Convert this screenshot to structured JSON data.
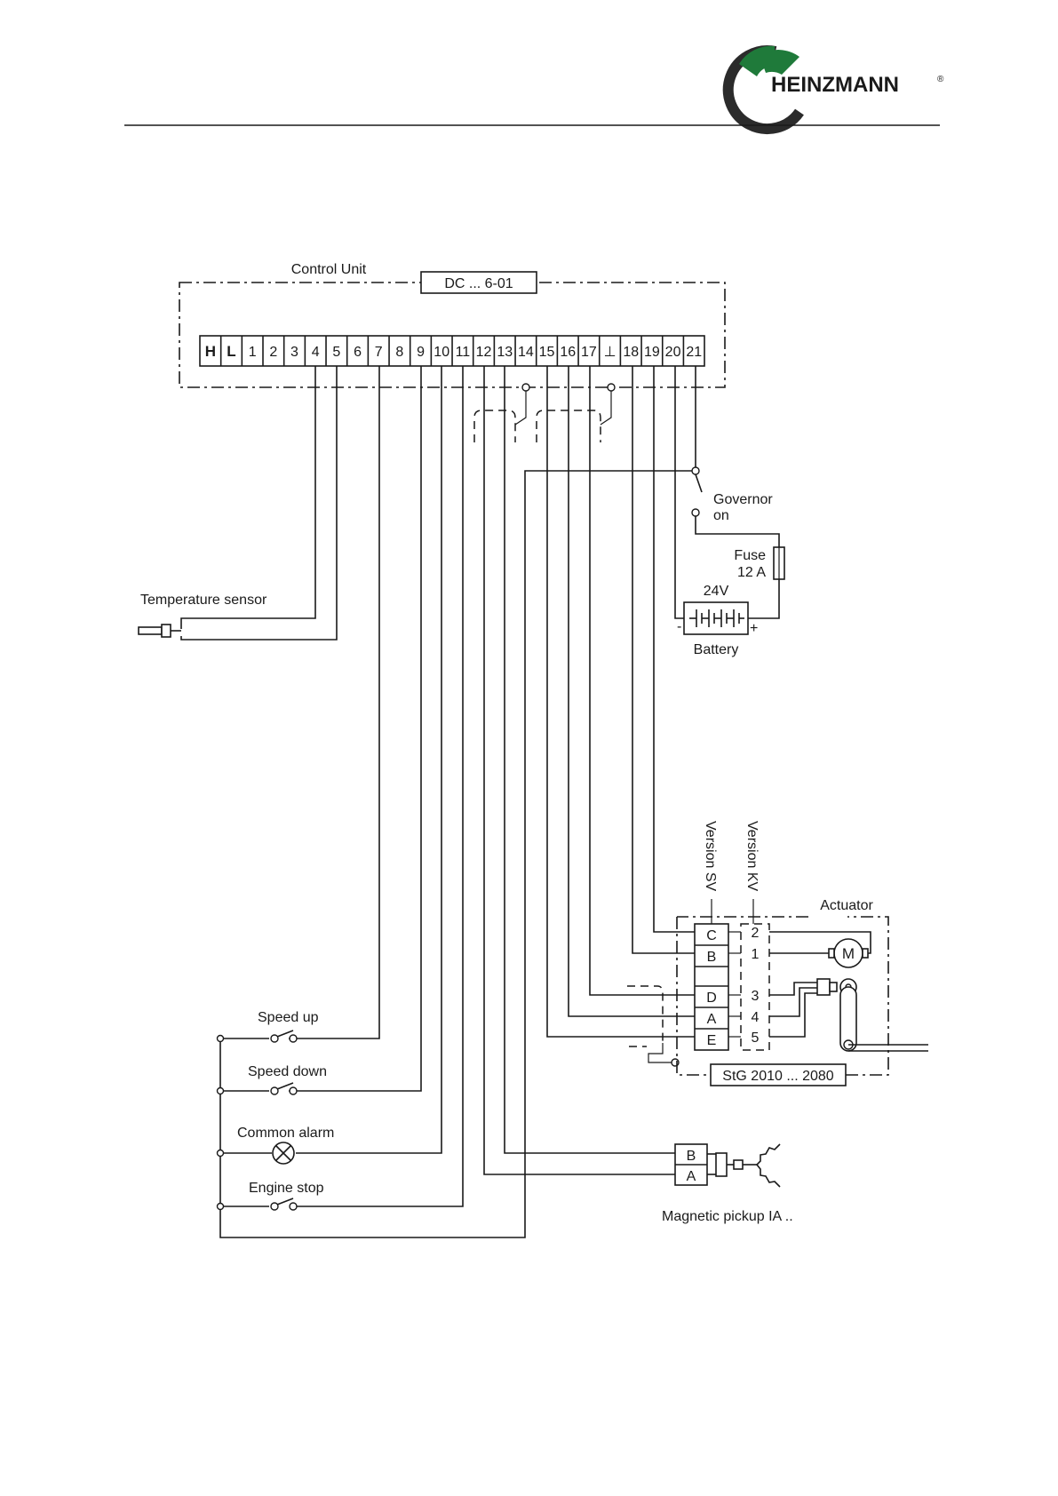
{
  "logo": {
    "text": "HEINZMANN",
    "registered": "®",
    "colors": {
      "green": "#1f7a3a",
      "dark": "#2b2b2b"
    }
  },
  "control_unit": {
    "label": "Control Unit",
    "model": "DC ... 6-01",
    "terminals": [
      "H",
      "L",
      "1",
      "2",
      "3",
      "4",
      "5",
      "6",
      "7",
      "8",
      "9",
      "10",
      "11",
      "12",
      "13",
      "14",
      "15",
      "16",
      "17",
      "⊥",
      "18",
      "19",
      "20",
      "21"
    ]
  },
  "temperature_sensor": {
    "label": "Temperature sensor"
  },
  "governor_switch": {
    "label_line1": "Governor",
    "label_line2": "on"
  },
  "fuse": {
    "label_line1": "Fuse",
    "label_line2": "12 A"
  },
  "battery": {
    "voltage": "24V",
    "label": "Battery",
    "minus": "-",
    "plus": "+"
  },
  "actuator": {
    "label": "Actuator",
    "version_sv": "Version SV",
    "version_kv": "Version KV",
    "sv_pins": [
      "C",
      "B",
      "",
      "D",
      "A",
      "E"
    ],
    "kv_pins": [
      "2",
      "1",
      "3",
      "4",
      "5"
    ],
    "motor": "M",
    "model": "StG 2010 ... 2080"
  },
  "switches": {
    "speed_up": "Speed up",
    "speed_down": "Speed down",
    "common_alarm": "Common alarm",
    "engine_stop": "Engine stop"
  },
  "pickup": {
    "label": "Magnetic pickup IA ..",
    "pins": [
      "B",
      "A"
    ]
  }
}
